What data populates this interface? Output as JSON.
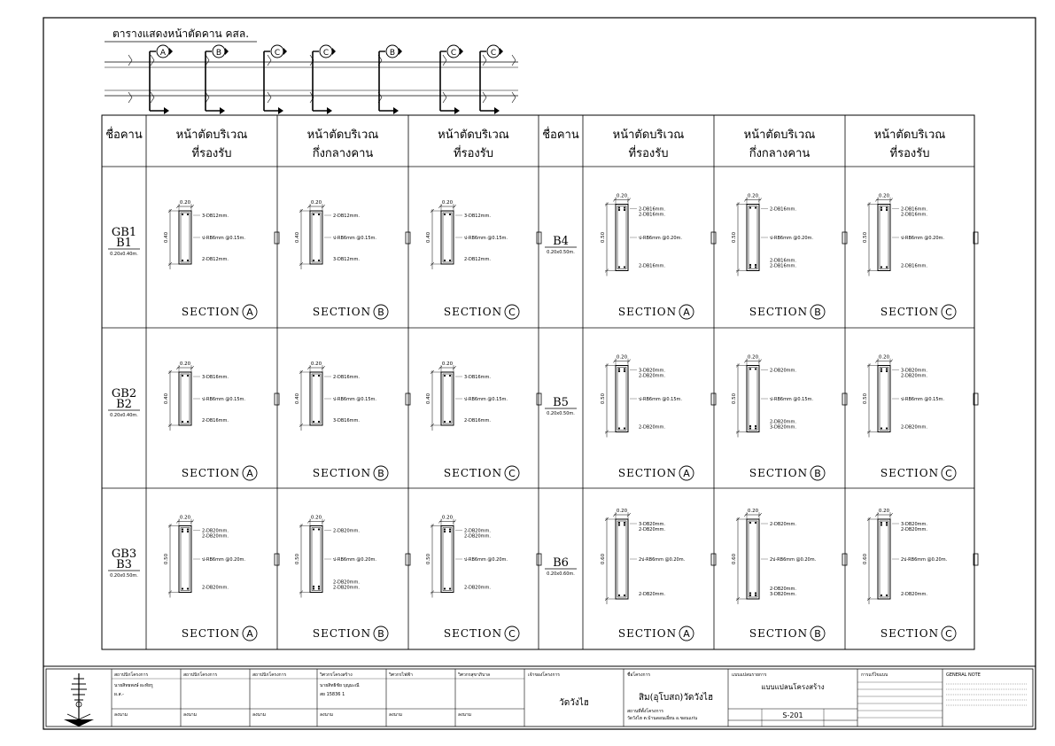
{
  "title": "ตารางแสดงหน้าตัดคาน คสล.",
  "key_markers": [
    "A",
    "B",
    "C",
    "C",
    "B",
    "C",
    "C"
  ],
  "headers": [
    {
      "line1": "ชื่อคาน",
      "line2": ""
    },
    {
      "line1": "หน้าตัดบริเวณ",
      "line2": "ที่รองรับ"
    },
    {
      "line1": "หน้าตัดบริเวณ",
      "line2": "กึ่งกลางคาน"
    },
    {
      "line1": "หน้าตัดบริเวณ",
      "line2": "ที่รองรับ"
    },
    {
      "line1": "ชื่อคาน",
      "line2": ""
    },
    {
      "line1": "หน้าตัดบริเวณ",
      "line2": "ที่รองรับ"
    },
    {
      "line1": "หน้าตัดบริเวณ",
      "line2": "กึ่งกลางคาน"
    },
    {
      "line1": "หน้าตัดบริเวณ",
      "line2": "ที่รองรับ"
    }
  ],
  "section_label": "SECTION",
  "rows": [
    {
      "left": {
        "name1": "GB1",
        "name2": "B1",
        "size": "0.20x0.40m.",
        "sections": [
          {
            "mark": "A",
            "w": "0.20",
            "h": "0.40",
            "top": [
              "3-DB12mm."
            ],
            "stirrup": "ป-RB6mm @0.15m.",
            "bot": [
              "2-DB12mm."
            ]
          },
          {
            "mark": "B",
            "w": "0.20",
            "h": "0.40",
            "top": [
              "2-DB12mm."
            ],
            "stirrup": "ป-RB6mm @0.15m.",
            "bot": [
              "3-DB12mm."
            ]
          },
          {
            "mark": "C",
            "w": "0.20",
            "h": "0.40",
            "top": [
              "3-DB12mm."
            ],
            "stirrup": "ป-RB6mm @0.15m.",
            "bot": [
              "2-DB12mm."
            ]
          }
        ]
      },
      "right": {
        "name1": "B4",
        "name2": "",
        "size": "0.20x0.50m.",
        "sections": [
          {
            "mark": "A",
            "w": "0.20",
            "h": "0.50",
            "top": [
              "2-DB16mm.",
              "2-DB16mm."
            ],
            "stirrup": "ป-RB6mm @0.20m.",
            "bot": [
              "2-DB16mm."
            ]
          },
          {
            "mark": "B",
            "w": "0.20",
            "h": "0.50",
            "top": [
              "2-DB16mm."
            ],
            "stirrup": "ป-RB6mm @0.20m.",
            "bot": [
              "2-DB16mm.",
              "2-DB16mm."
            ]
          },
          {
            "mark": "C",
            "w": "0.20",
            "h": "0.50",
            "top": [
              "2-DB16mm.",
              "2-DB16mm."
            ],
            "stirrup": "ป-RB6mm @0.20m.",
            "bot": [
              "2-DB16mm."
            ]
          }
        ]
      }
    },
    {
      "left": {
        "name1": "GB2",
        "name2": "B2",
        "size": "0.20x0.40m.",
        "sections": [
          {
            "mark": "A",
            "w": "0.20",
            "h": "0.40",
            "top": [
              "3-DB16mm."
            ],
            "stirrup": "ป-RB6mm @0.15m.",
            "bot": [
              "2-DB16mm."
            ]
          },
          {
            "mark": "B",
            "w": "0.20",
            "h": "0.40",
            "top": [
              "2-DB16mm."
            ],
            "stirrup": "ป-RB6mm @0.15m.",
            "bot": [
              "3-DB16mm."
            ]
          },
          {
            "mark": "C",
            "w": "0.20",
            "h": "0.40",
            "top": [
              "3-DB16mm."
            ],
            "stirrup": "ป-RB6mm @0.15m.",
            "bot": [
              "2-DB16mm."
            ]
          }
        ]
      },
      "right": {
        "name1": "B5",
        "name2": "",
        "size": "0.20x0.50m.",
        "sections": [
          {
            "mark": "A",
            "w": "0.20",
            "h": "0.50",
            "top": [
              "3-DB20mm.",
              "2-DB20mm."
            ],
            "stirrup": "ป-RB6mm @0.15m.",
            "bot": [
              "2-DB20mm."
            ]
          },
          {
            "mark": "B",
            "w": "0.20",
            "h": "0.50",
            "top": [
              "2-DB20mm."
            ],
            "stirrup": "ป-RB6mm @0.15m.",
            "bot": [
              "2-DB20mm.",
              "3-DB20mm."
            ]
          },
          {
            "mark": "C",
            "w": "0.20",
            "h": "0.50",
            "top": [
              "3-DB20mm.",
              "2-DB20mm."
            ],
            "stirrup": "ป-RB6mm @0.15m.",
            "bot": [
              "2-DB20mm."
            ]
          }
        ]
      }
    },
    {
      "left": {
        "name1": "GB3",
        "name2": "B3",
        "size": "0.20x0.50m.",
        "sections": [
          {
            "mark": "A",
            "w": "0.20",
            "h": "0.50",
            "top": [
              "2-DB20mm.",
              "2-DB20mm."
            ],
            "stirrup": "ป-RB6mm @0.20m.",
            "bot": [
              "2-DB20mm."
            ]
          },
          {
            "mark": "B",
            "w": "0.20",
            "h": "0.50",
            "top": [
              "2-DB20mm."
            ],
            "stirrup": "ป-RB6mm @0.20m.",
            "bot": [
              "2-DB20mm.",
              "2-DB20mm."
            ]
          },
          {
            "mark": "C",
            "w": "0.20",
            "h": "0.50",
            "top": [
              "2-DB20mm.",
              "2-DB20mm."
            ],
            "stirrup": "ป-RB6mm @0.20m.",
            "bot": [
              "2-DB20mm."
            ]
          }
        ]
      },
      "right": {
        "name1": "B6",
        "name2": "",
        "size": "0.20x0.60m.",
        "sections": [
          {
            "mark": "A",
            "w": "0.20",
            "h": "0.60",
            "top": [
              "3-DB20mm.",
              "2-DB20mm."
            ],
            "stirrup": "2ป-RB6mm @0.20m.",
            "bot": [
              "2-DB20mm."
            ]
          },
          {
            "mark": "B",
            "w": "0.20",
            "h": "0.60",
            "top": [
              "2-DB20mm."
            ],
            "stirrup": "2ป-RB6mm @0.20m.",
            "bot": [
              "2-DB20mm.",
              "3-DB20mm."
            ]
          },
          {
            "mark": "C",
            "w": "0.20",
            "h": "0.60",
            "top": [
              "3-DB20mm.",
              "2-DB20mm."
            ],
            "stirrup": "2ป-RB6mm @0.20m.",
            "bot": [
              "2-DB20mm."
            ]
          }
        ]
      }
    }
  ],
  "title_block": {
    "cells": [
      {
        "label": "สถาปนิกโครงการ",
        "value": "นายสิทธพงษ์ ผะทัยรู",
        "sub": "ผ.ส.-",
        "sign": "ลงนาม"
      },
      {
        "label": "สถาปนิกโครงการ",
        "value": "",
        "sub": "",
        "sign": "ลงนาม"
      },
      {
        "label": "สถาปนิกโครงการ",
        "value": "",
        "sub": "",
        "sign": "ลงนาม"
      },
      {
        "label": "วิศวกรโครงสร้าง",
        "value": "นายสิทธิชัย บุญมะณี",
        "sub": "สย 15836 1",
        "sign": "ลงนาม"
      },
      {
        "label": "วิศวกรไฟฟ้า",
        "value": "",
        "sub": "",
        "sign": "ลงนาม"
      },
      {
        "label": "วิศวกรสุขาภิบาล",
        "value": "",
        "sub": "",
        "sign": "ลงนาม"
      }
    ],
    "owner_label": "เจ้าของโครงการ",
    "owner": "วัดวังไฮ",
    "project_label": "ชื่อโครงการ",
    "project": "สิม(อุโบสถ)วัดวังไฮ",
    "location_label": "สถานที่ตั้งโครงการ",
    "location": "วัดวังไฮ ต.บ้านดอนเอี่ยน อ.ขอนแก่น",
    "sheet_label": "แบบแปลนรายการ",
    "sheet_title": "แบบแปลนโครงสร้าง",
    "sheet_no": "S-201",
    "revision_label": "การแก้ไขแบบ",
    "general_label": "GENERAL NOTE"
  }
}
